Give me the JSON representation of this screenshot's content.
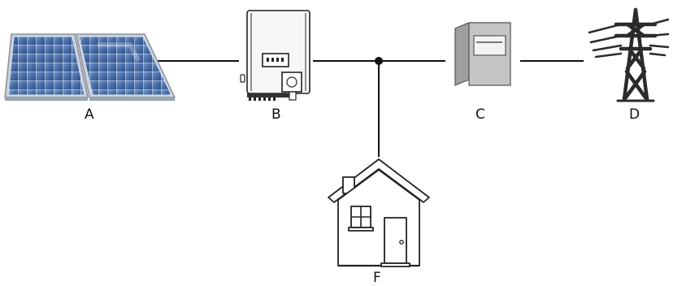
{
  "labels": {
    "solar_panels": "A",
    "inverter": "B",
    "meter": "C",
    "grid_tower": "D",
    "house": "F"
  },
  "colors": {
    "line": "#111111",
    "panel_cell": "#4a6fa8",
    "panel_frame": "#c9ced6",
    "inverter_body": "#f7f7f7",
    "meter_front": "#c4c4c4",
    "meter_side": "#9e9e9e",
    "tower": "#2b2b2b"
  }
}
